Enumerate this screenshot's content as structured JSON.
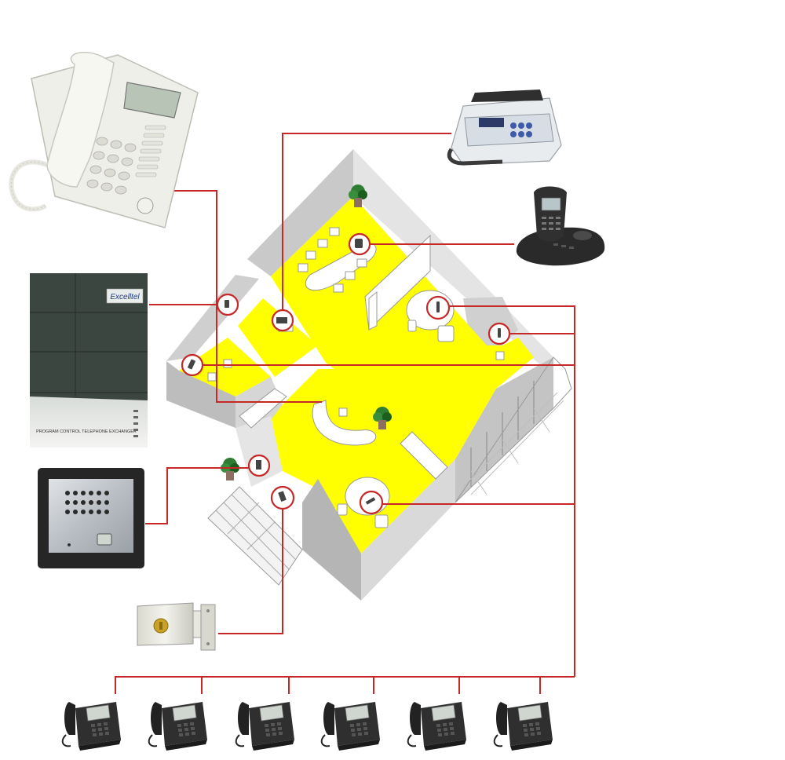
{
  "pbx_brand": "Excelltel",
  "pbx_caption": "PROGRAM CONTROL TELEPHONE EXCHANGER",
  "colors": {
    "wire": "#c62828",
    "floor": "#ffff00",
    "wall_light": "#d9d9d9",
    "wall_dark": "#9e9e9e",
    "pbx_body": "#3c4640",
    "phone_dark": "#2b2b2b",
    "phone_white": "#eeeeea"
  },
  "extension_phones": [
    "phone-1",
    "phone-2",
    "phone-3",
    "phone-4",
    "phone-5",
    "phone-6"
  ]
}
